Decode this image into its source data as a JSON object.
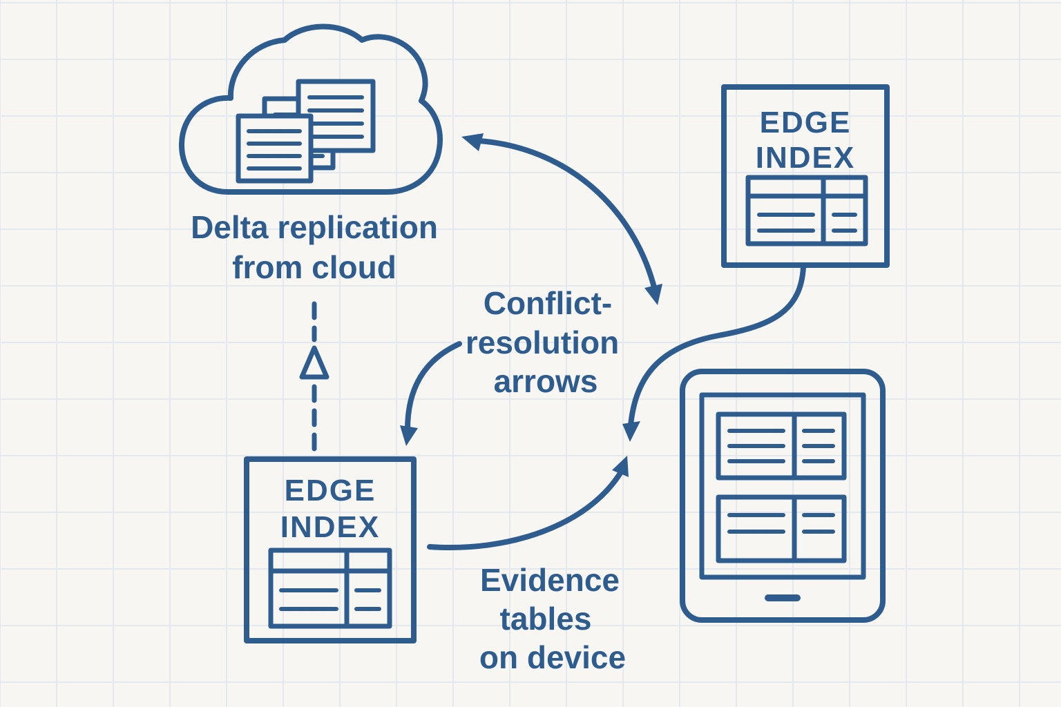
{
  "colors": {
    "ink": "#2e5c8f",
    "paper": "#f7f6f2",
    "grid_line": "#e3e7ee"
  },
  "cloud": {
    "caption_line1": "Delta replication",
    "caption_line2": "from cloud"
  },
  "edge_index_top": {
    "line1": "EDGE",
    "line2": "INDEX"
  },
  "edge_index_bottom": {
    "line1": "EDGE",
    "line2": "INDEX"
  },
  "annotations": {
    "conflict_line1": "Conflict-",
    "conflict_line2": "resolution",
    "conflict_line3": "arrows",
    "evidence_line1": "Evidence",
    "evidence_line2": "tables",
    "evidence_line3": "on device"
  },
  "icons": [
    "cloud-icon",
    "document-stack-icon",
    "table-icon",
    "tablet-icon",
    "triangle-arrowhead-icon"
  ]
}
